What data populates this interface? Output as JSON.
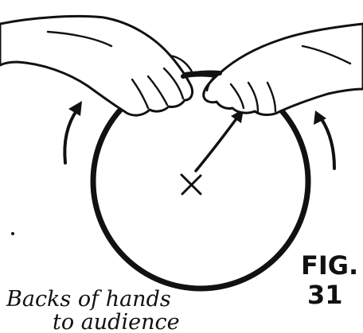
{
  "figure": {
    "label_line1": "FIG.",
    "label_line2": "31",
    "caption_line1": "Backs of hands",
    "caption_line2": "to audience"
  },
  "icons": {
    "hoop": "ring-outline-icon",
    "center_mark": "x-mark-icon",
    "left_arrow": "curved-arrow-up-icon",
    "right_arrow": "curved-arrow-up-icon",
    "diagonal_arrow": "arrow-up-right-icon",
    "left_hand": "left-hand-icon",
    "right_hand": "right-hand-icon"
  },
  "colors": {
    "ink": "#111111",
    "paper": "#ffffff"
  }
}
